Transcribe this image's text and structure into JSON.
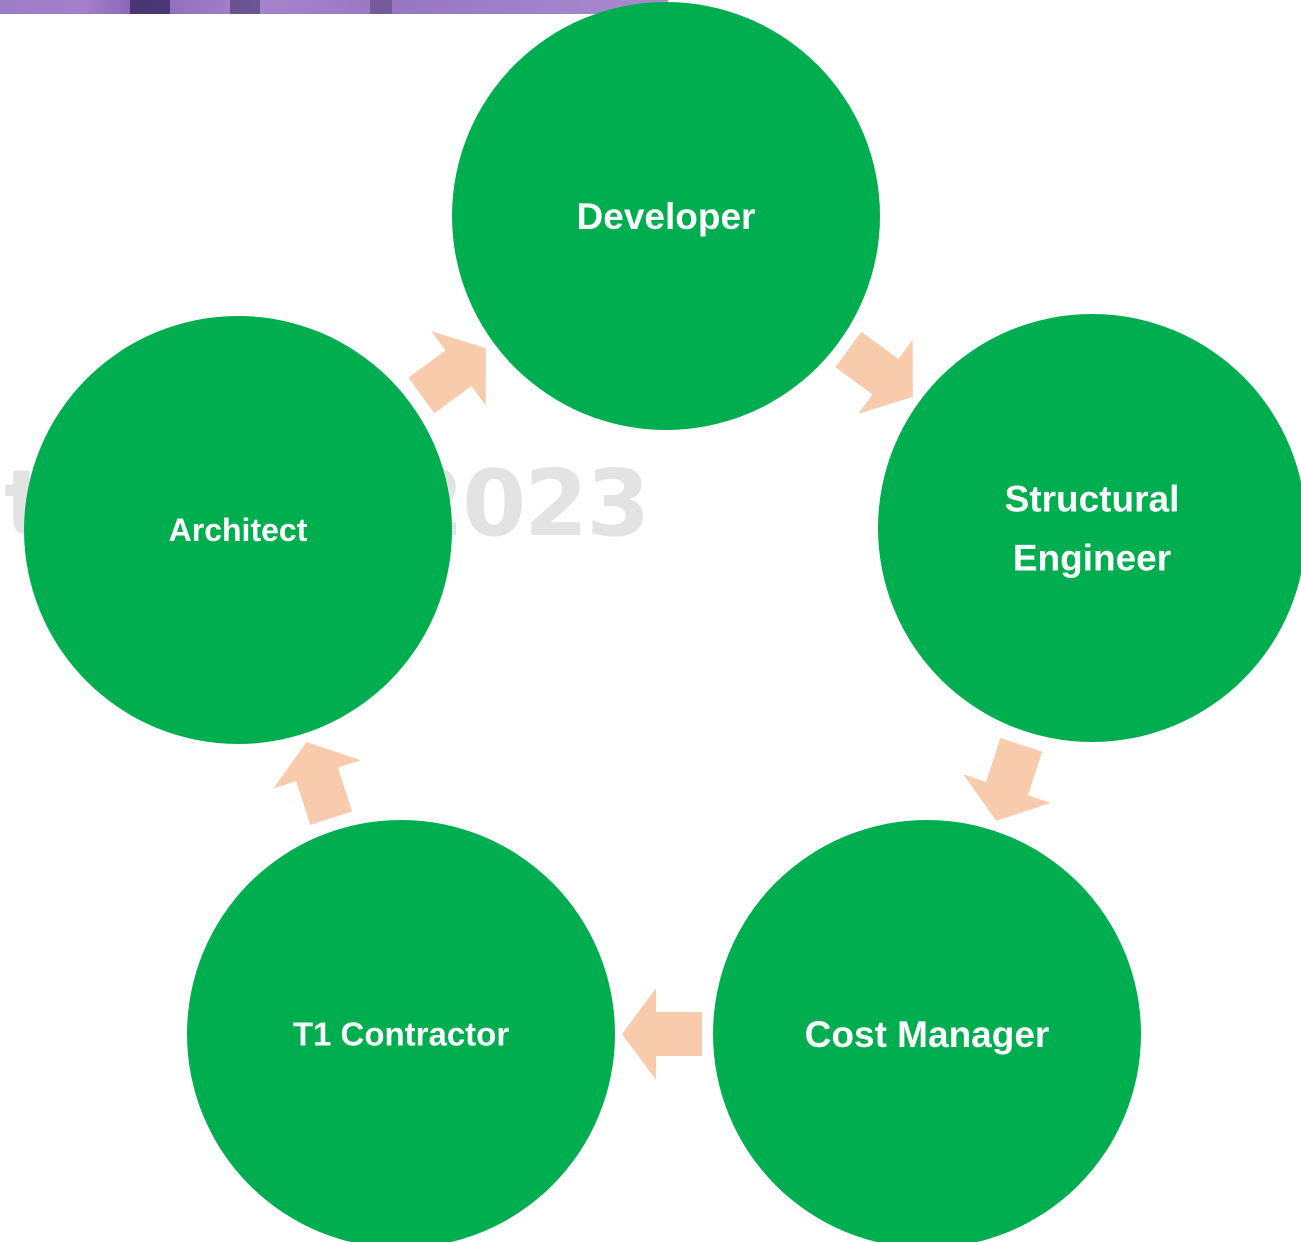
{
  "watermark": "thering 2023",
  "colors": {
    "node": "#00ad4f",
    "arrow": "#f8cbad",
    "label": "#ffffff",
    "watermark": "#e3e3e3"
  },
  "cycle": {
    "nodes": [
      {
        "id": "developer",
        "lines": [
          "Developer"
        ]
      },
      {
        "id": "structural-engineer",
        "lines": [
          "Structural",
          "Engineer"
        ]
      },
      {
        "id": "cost-manager",
        "lines": [
          "Cost Manager"
        ]
      },
      {
        "id": "t1-contractor",
        "lines": [
          "T1 Contractor"
        ]
      },
      {
        "id": "architect",
        "lines": [
          "Architect"
        ]
      }
    ],
    "connections": [
      {
        "from": "developer",
        "to": "structural-engineer"
      },
      {
        "from": "structural-engineer",
        "to": "cost-manager"
      },
      {
        "from": "cost-manager",
        "to": "t1-contractor"
      },
      {
        "from": "t1-contractor",
        "to": "architect"
      },
      {
        "from": "architect",
        "to": "developer"
      }
    ]
  }
}
